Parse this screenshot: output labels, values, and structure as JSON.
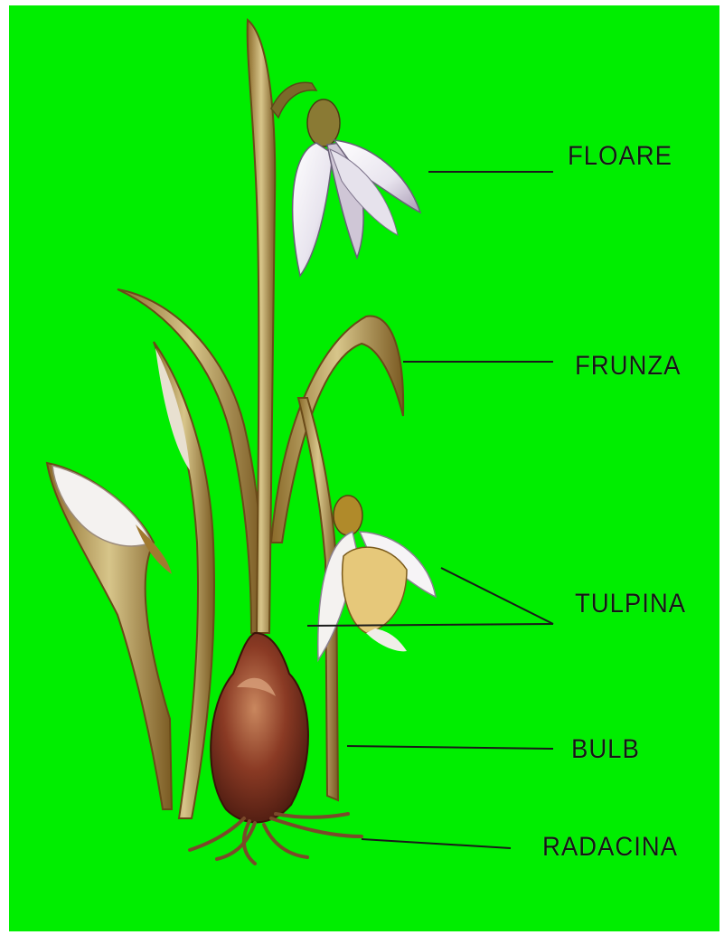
{
  "background_color": "#00ee00",
  "labels": {
    "floare": "FLOARE",
    "frunza": "FRUNZA",
    "tulpina": "TULPINA",
    "bulb": "BULB",
    "radacina": "RADACINA"
  }
}
